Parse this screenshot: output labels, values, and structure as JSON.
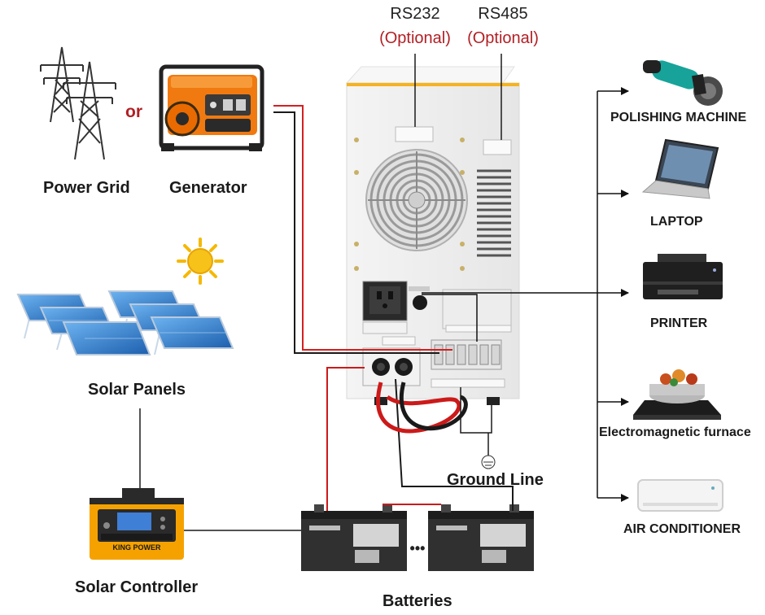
{
  "power_source": {
    "grid_label": "Power Grid",
    "or_label": "or",
    "generator_label": "Generator"
  },
  "ports": {
    "rs232_label": "RS232",
    "rs232_note": "(Optional)",
    "rs485_label": "RS485",
    "rs485_note": "(Optional)"
  },
  "solar": {
    "panels_label": "Solar Panels",
    "controller_label": "Solar Controller",
    "controller_brand": "KING POWER"
  },
  "storage": {
    "batteries_label": "Batteries",
    "ellipsis": "•••"
  },
  "ground_label": "Ground Line",
  "loads": [
    {
      "label": "POLISHING MACHINE",
      "icon": "angle-grinder-icon"
    },
    {
      "label": "LAPTOP",
      "icon": "laptop-icon"
    },
    {
      "label": "PRINTER",
      "icon": "printer-icon"
    },
    {
      "label": "Electromagnetic furnace",
      "icon": "induction-cooker-icon"
    },
    {
      "label": "AIR CONDITIONER",
      "icon": "air-conditioner-icon"
    }
  ],
  "colors": {
    "ac_wire": "#d42020",
    "dc_positive": "#cc1a1a",
    "wire_black": "#1a1a1a",
    "optional_text": "#b11f24",
    "controller_orange": "#f5a200",
    "generator_orange": "#f07a10",
    "panel_blue": "#2a78c8",
    "sun_yellow": "#f5b800"
  }
}
